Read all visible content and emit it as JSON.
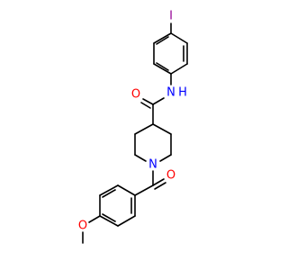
{
  "molecule": {
    "atoms": {
      "iodine": {
        "label": "I",
        "color": "#940094"
      },
      "amide_oxygen": {
        "label": "O",
        "color": "#ff0000"
      },
      "amide_nitrogen": {
        "label": "N",
        "color": "#0000ff"
      },
      "amide_hydrogen": {
        "label": "H",
        "color": "#0000ff"
      },
      "piperidine_nitrogen": {
        "label": "N",
        "color": "#0000ff"
      },
      "carbonyl_oxygen": {
        "label": "O",
        "color": "#ff0000"
      },
      "methoxy_oxygen": {
        "label": "O",
        "color": "#ff0000"
      }
    },
    "bond_color": "#000000"
  }
}
